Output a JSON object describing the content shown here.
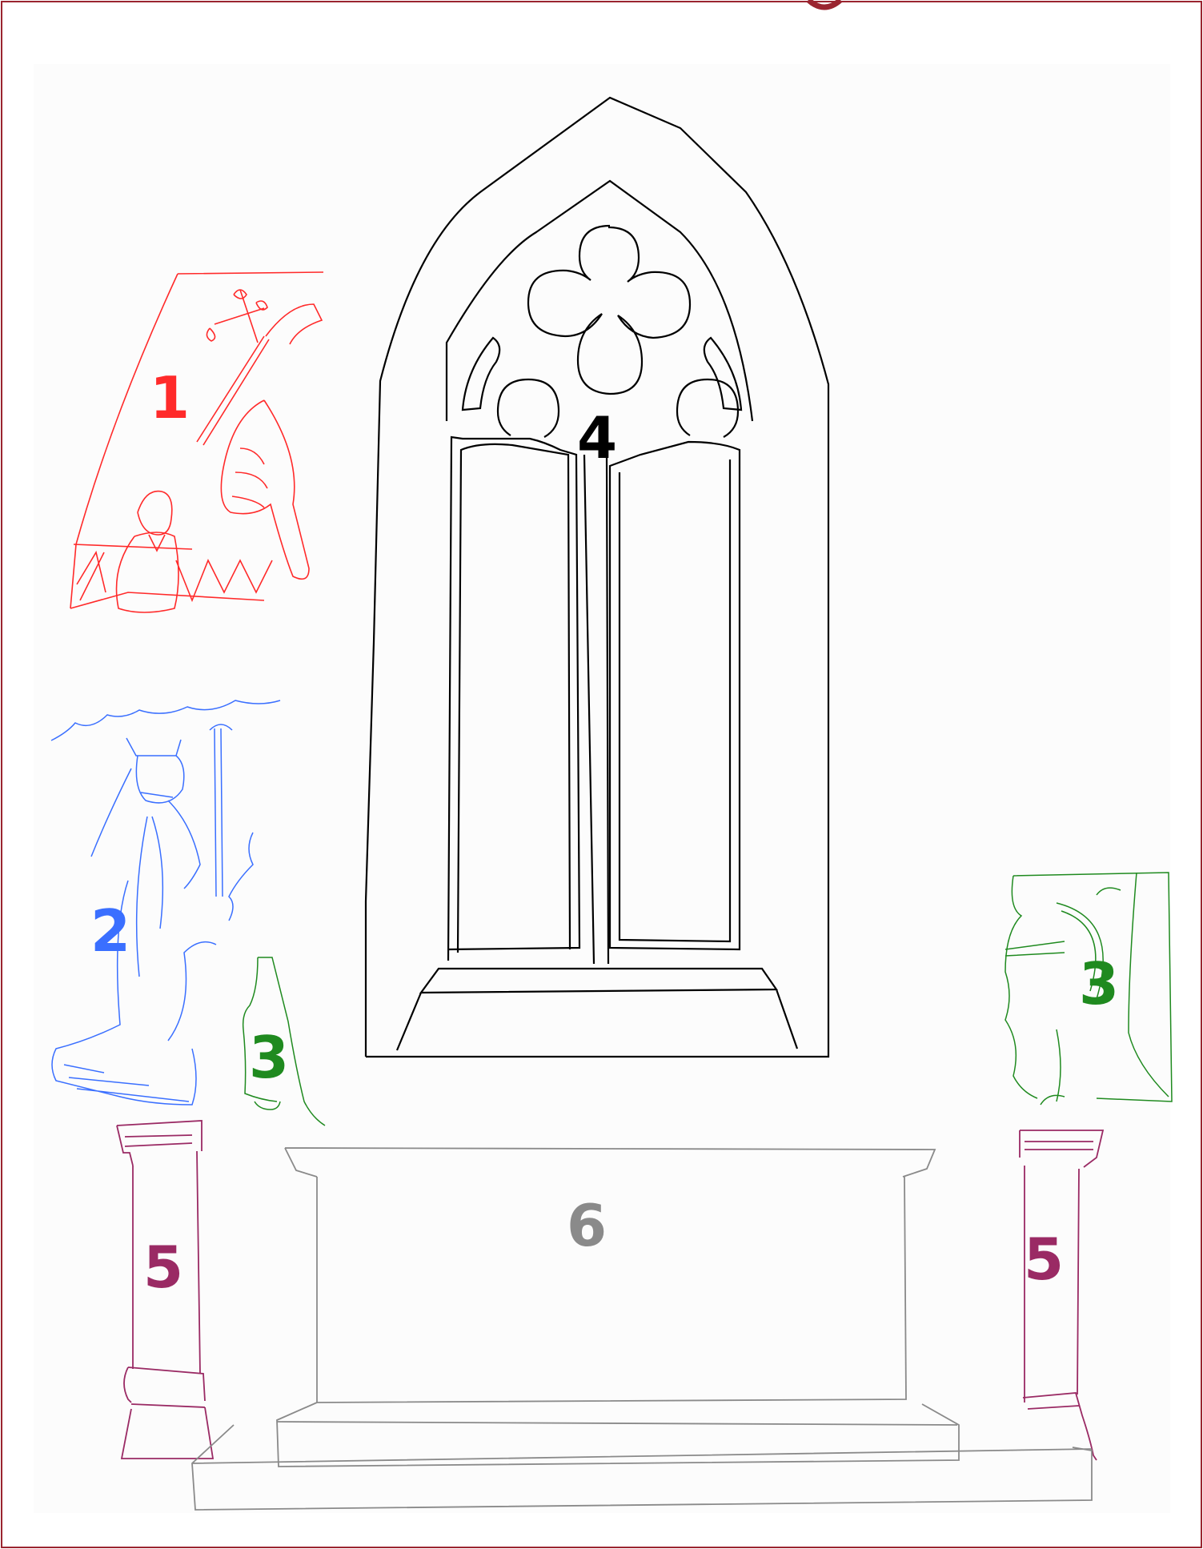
{
  "labels": {
    "panel_1": "1",
    "panel_2": "2",
    "panel_3_left": "3",
    "panel_3_right": "3",
    "window_4": "4",
    "column_5_left": "5",
    "column_5_right": "5",
    "altar_6": "6"
  },
  "colors": {
    "border": "#9a2530",
    "panel_1": "#ff2a2a",
    "panel_2": "#3a6fff",
    "panel_3": "#1f8a1f",
    "window_4": "#000000",
    "column_5": "#9a2a64",
    "altar_6": "#8a8a8a"
  }
}
